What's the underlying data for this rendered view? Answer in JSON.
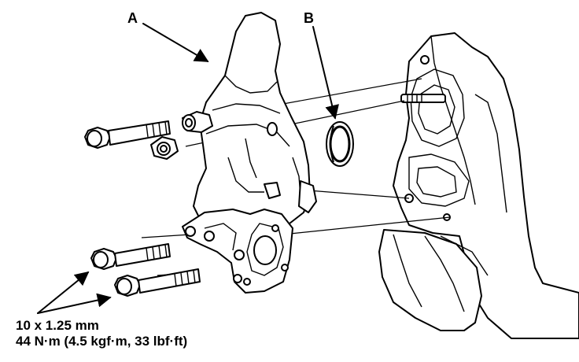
{
  "callouts": {
    "a": "A",
    "b": "B"
  },
  "torque_spec": {
    "bolt_size": "10 x 1.25 mm",
    "torque": "44 N·m (4.5 kgf·m, 33 lbf·ft)"
  }
}
